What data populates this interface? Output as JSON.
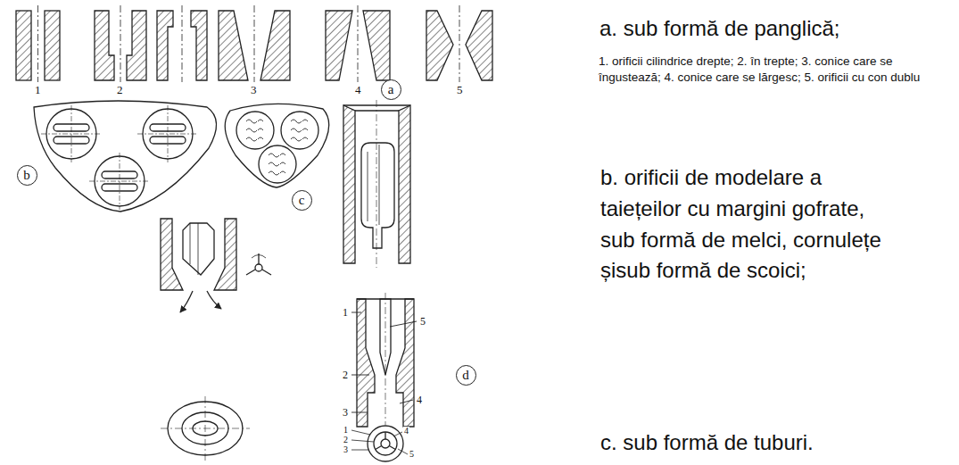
{
  "diagram": {
    "nodes": [
      {
        "text": [
          "a"
        ]
      },
      {
        "text": [
          "b"
        ]
      },
      {
        "text": [
          "c"
        ]
      },
      {
        "text": [
          "d"
        ]
      }
    ],
    "labels": [
      "1",
      "2",
      "3",
      "4",
      "5",
      "1",
      "5",
      "2",
      "4",
      "3",
      "1",
      "4",
      "2",
      "3",
      "5",
      "a. sub formă de panglică;",
      "1. orificii cilindrice drepte; 2. în trepte; 3. conice care se îngustează; 4. conice care se lărgesc; 5. orificii cu con dublu",
      "b. orificii de modelare a taiețeilor cu margini gofrate, sub formă de melci, cornulețe șisub formă de scoici;",
      "c. sub formă de tuburi."
    ]
  }
}
